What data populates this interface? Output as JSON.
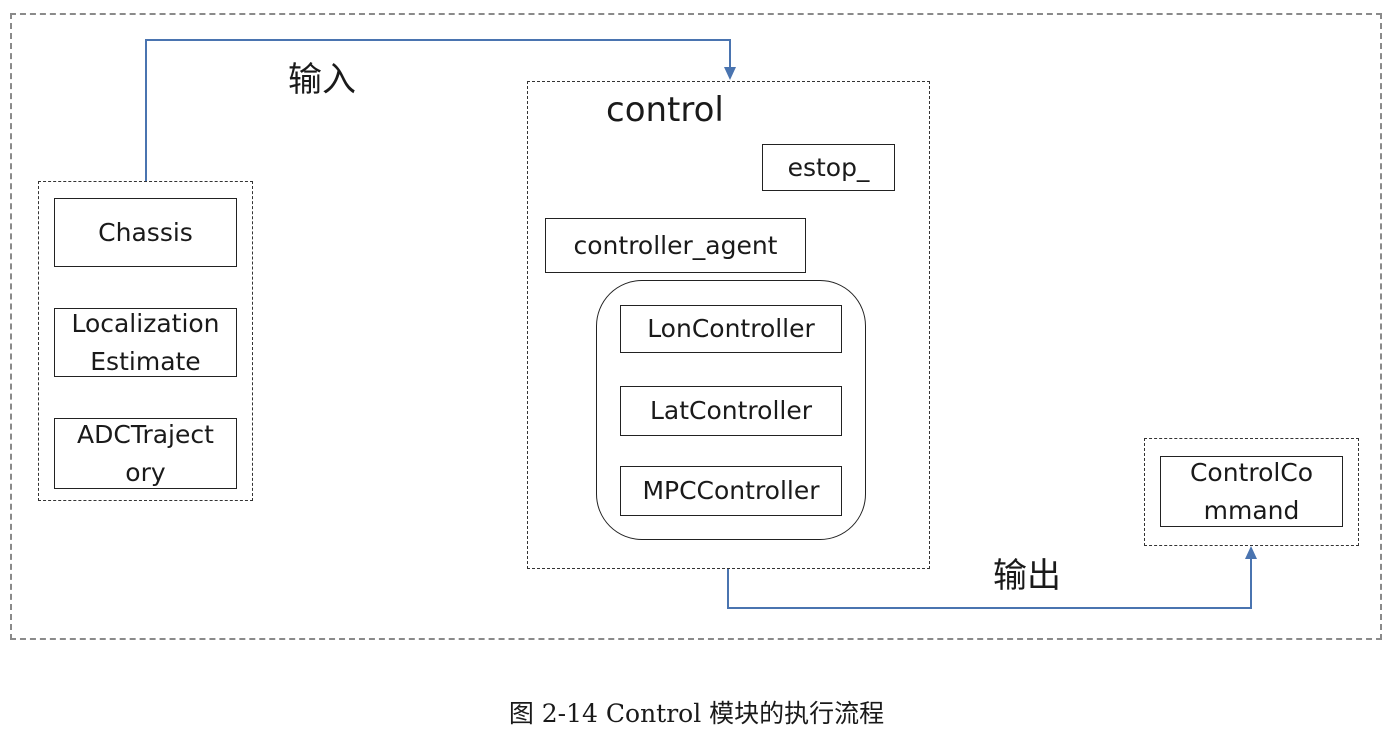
{
  "labels": {
    "input": "输入",
    "output": "输出",
    "control_title": "control"
  },
  "inputs": {
    "chassis": "Chassis",
    "localization": "Localization\nEstimate",
    "trajectory": "ADCTraject\nory"
  },
  "control": {
    "estop": "estop_",
    "agent": "controller_agent",
    "controllers": [
      "LonController",
      "LatController",
      "MPCController"
    ]
  },
  "outputs": {
    "command": "ControlCo\nmmand"
  },
  "caption": "图 2-14 Control 模块的执行流程",
  "colors": {
    "arrow": "#4a74b0",
    "border": "#222222",
    "outer_border": "#8a8a8a"
  }
}
